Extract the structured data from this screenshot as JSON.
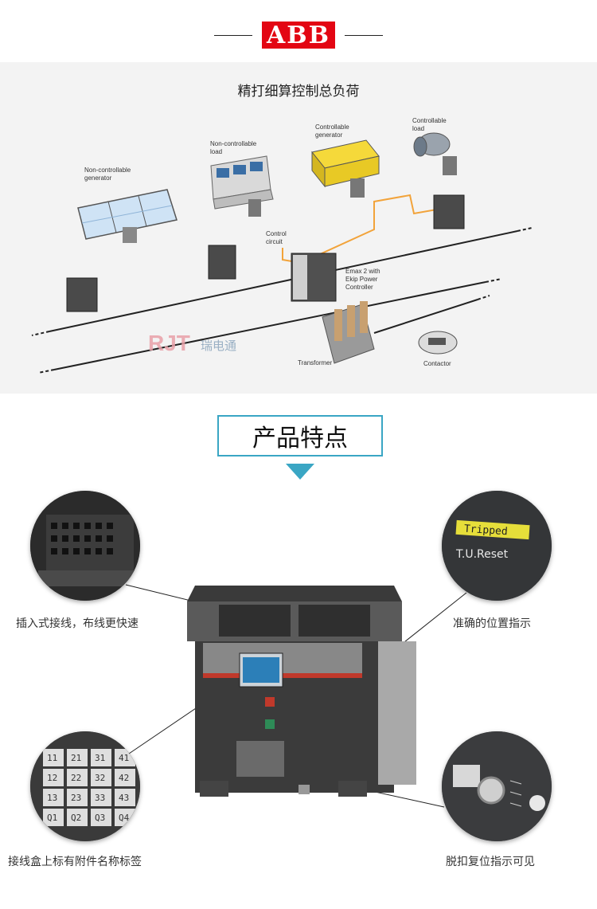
{
  "header": {
    "brand": "ABB"
  },
  "diagram": {
    "title": "精打细算控制总负荷",
    "labels": {
      "non_ctrl_generator_1": "Non-controllable",
      "non_ctrl_generator_2": "generator",
      "non_ctrl_load_1": "Non-controllable",
      "non_ctrl_load_2": "load",
      "ctrl_generator_1": "Controllable",
      "ctrl_generator_2": "generator",
      "ctrl_load_1": "Controllable",
      "ctrl_load_2": "load",
      "control_circuit_1": "Control",
      "control_circuit_2": "circuit",
      "emax_1": "Emax 2 with",
      "emax_2": "Ekip Power",
      "emax_3": "Controller",
      "transformer": "Transformer",
      "contactor": "Contactor"
    }
  },
  "watermark": {
    "text": "瑞电通"
  },
  "features_section": {
    "title": "产品特点",
    "items": [
      {
        "label": "插入式接线，布线更快速"
      },
      {
        "label": "准确的位置指示"
      },
      {
        "label": "接线盒上标有附件名称标签"
      },
      {
        "label": "脱扣复位指示可见"
      }
    ]
  },
  "indicator": {
    "tripped": "Tripped",
    "reset": "T.U.Reset"
  },
  "terminal_numbers": [
    "11",
    "21",
    "31",
    "41",
    "12",
    "22",
    "32",
    "42",
    "13",
    "23",
    "33",
    "43",
    "Q1",
    "Q2",
    "Q3",
    "Q4"
  ],
  "colors": {
    "brand_red": "#e30613",
    "accent": "#3aa6c4",
    "control_line": "#f2a33a"
  }
}
